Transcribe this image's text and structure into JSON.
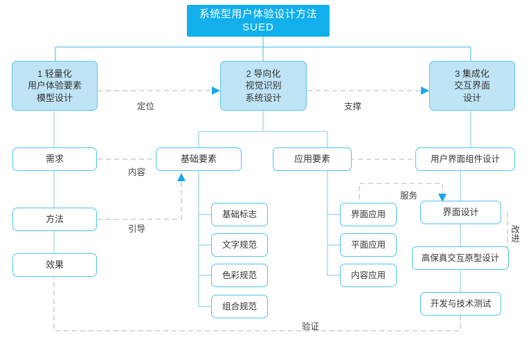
{
  "diagram": {
    "title_line1": "系统型用户体验设计方法",
    "title_line2": "SUED",
    "colors": {
      "header_blue": "#11AFEC",
      "node_fill": "#bfe4f5",
      "node_border": "#4cc3ef",
      "arrow_blue": "#1aa7e8",
      "dash_gray": "#b9c3cc",
      "text": "#333333"
    },
    "pillars": [
      {
        "line1": "1 轻量化",
        "line2": "用户体验要素",
        "line3": "模型设计"
      },
      {
        "line1": "2 导向化",
        "line2": "视觉识别",
        "line3": "系统设计"
      },
      {
        "line1": "3 集成化",
        "line2": "交互界面",
        "line3": "设计"
      }
    ],
    "left_column": [
      {
        "label": "需求"
      },
      {
        "label": "方法"
      },
      {
        "label": "效果"
      }
    ],
    "mid_groups": [
      {
        "label": "基础要素"
      },
      {
        "label": "应用要素"
      }
    ],
    "basic_items": [
      {
        "label": "基础标志"
      },
      {
        "label": "文字规范"
      },
      {
        "label": "色彩规范"
      },
      {
        "label": "组合规范"
      }
    ],
    "application_items": [
      {
        "label": "界面应用"
      },
      {
        "label": "平面应用"
      },
      {
        "label": "内容应用"
      }
    ],
    "right_column": [
      {
        "label": "用户界面组件设计"
      },
      {
        "label": "界面设计"
      },
      {
        "label": "高保真交互原型设计"
      },
      {
        "label": "开发与技术测试"
      }
    ],
    "edge_labels": {
      "positioning": "定位",
      "support": "支撑",
      "content": "内容",
      "guide": "引导",
      "service": "服务",
      "improve": "改进",
      "verify": "验证"
    }
  }
}
